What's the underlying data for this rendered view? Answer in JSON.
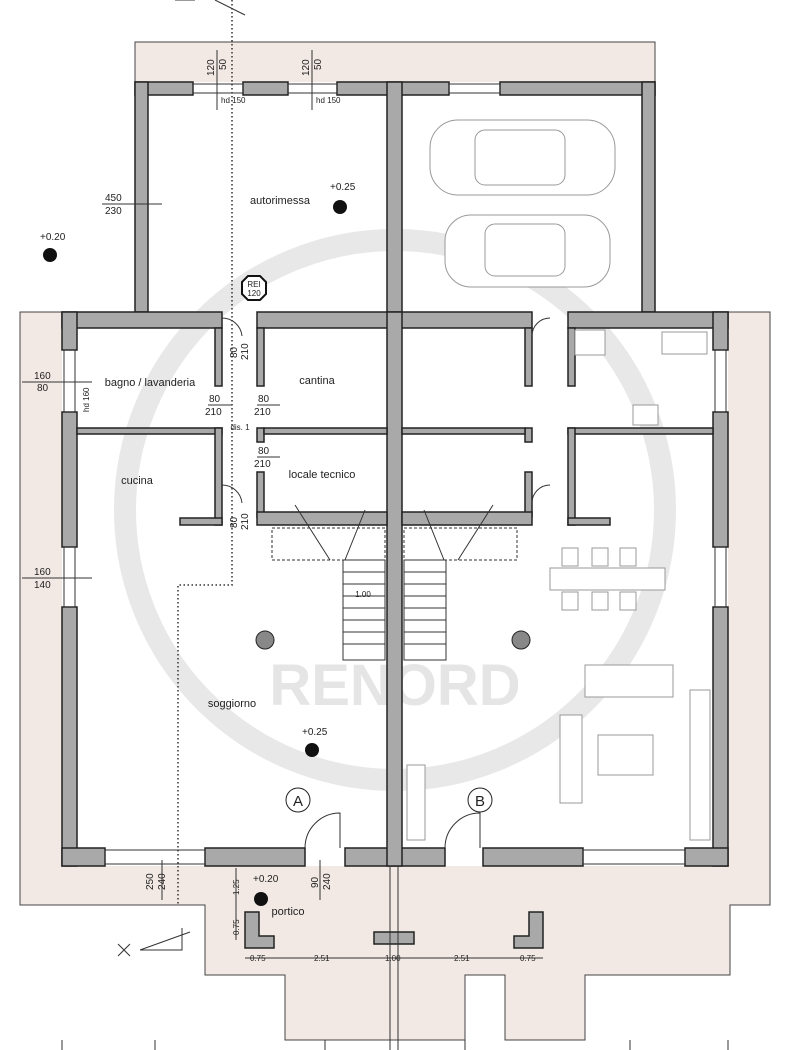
{
  "rooms": {
    "garage": "autorimessa",
    "bathroom_laundry": "bagno / lavanderia",
    "cellar": "cantina",
    "kitchen": "cucina",
    "technical_room": "locale tecnico",
    "hallway": "dis. 1",
    "living_room": "soggiorno",
    "porch": "portico"
  },
  "levels": [
    "+0.25",
    "+0.20",
    "+0.25",
    "+0.20"
  ],
  "unit_markers": [
    "A",
    "B"
  ],
  "fire_door": {
    "line1": "REI",
    "line2": "120"
  },
  "dimensions": {
    "garage_window_1": [
      "120",
      "50"
    ],
    "garage_window_2": [
      "120",
      "50"
    ],
    "garage_sill_1": "hd 150",
    "garage_sill_2": "hd 150",
    "garage_door": [
      "450",
      "230"
    ],
    "bath_window": [
      "160",
      "80"
    ],
    "bath_sill": "hd 160",
    "door_garage_hall": [
      "80",
      "210"
    ],
    "door_bath": [
      "80",
      "210"
    ],
    "door_cellar": [
      "80",
      "210"
    ],
    "door_tech": [
      "80",
      "210"
    ],
    "door_living": [
      "80",
      "210"
    ],
    "kitchen_window": [
      "160",
      "140"
    ],
    "living_window": [
      "250",
      "240"
    ],
    "entry_door": [
      "90",
      "240"
    ],
    "stair_width": "1.00",
    "porch_depth": "1.25",
    "pillar_depth": "0.75",
    "porch_bottom": [
      "0.75",
      "2.51",
      "1.00",
      "2.51",
      "0.75"
    ]
  },
  "watermark": {
    "brand": "RENORD",
    "color": "#d6d6d6"
  },
  "colors": {
    "wall": "#a9a9a9",
    "hatch": "#f2e9e4",
    "line": "#222222"
  }
}
